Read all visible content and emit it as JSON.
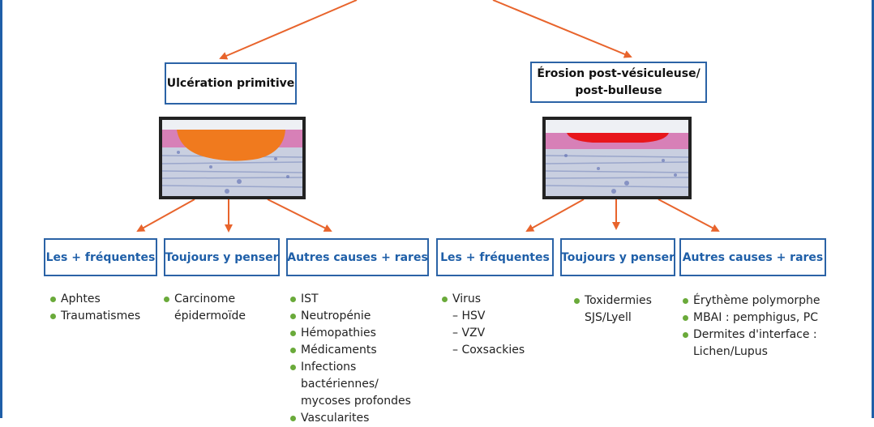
{
  "branches": [
    {
      "title": "Ulcération primitive",
      "lesion_color": "#f07a1e",
      "categories": [
        {
          "label": "Les + fréquentes",
          "items": [
            {
              "text": "Aphtes",
              "bullet": true
            },
            {
              "text": "Traumatismes",
              "bullet": true
            }
          ]
        },
        {
          "label": "Toujours y penser",
          "items": [
            {
              "text": "Carcinome",
              "bullet": true
            },
            {
              "text": "épidermoïde",
              "bullet": false
            }
          ]
        },
        {
          "label": "Autres causes + rares",
          "items": [
            {
              "text": "IST",
              "bullet": true
            },
            {
              "text": "Neutropénie",
              "bullet": true
            },
            {
              "text": "Hémopathies",
              "bullet": true
            },
            {
              "text": "Médicaments",
              "bullet": true
            },
            {
              "text": "Infections",
              "bullet": true
            },
            {
              "text": "bactériennes/",
              "bullet": false
            },
            {
              "text": "mycoses profondes",
              "bullet": false
            },
            {
              "text": "Vascularites",
              "bullet": true
            }
          ]
        }
      ]
    },
    {
      "title_lines": [
        "Érosion post-vésiculeuse/",
        "post-bulleuse"
      ],
      "lesion_color": "#e8161b",
      "categories": [
        {
          "label": "Les + fréquentes",
          "items": [
            {
              "text": "Virus",
              "bullet": true
            },
            {
              "text": "– HSV",
              "bullet": false
            },
            {
              "text": "– VZV",
              "bullet": false
            },
            {
              "text": "– Coxsackies",
              "bullet": false
            }
          ]
        },
        {
          "label": "Toujours y penser",
          "items": [
            {
              "text": "Toxidermies",
              "bullet": true
            },
            {
              "text": "SJS/Lyell",
              "bullet": false
            }
          ]
        },
        {
          "label": "Autres causes + rares",
          "items": [
            {
              "text": "Érythème polymorphe",
              "bullet": true
            },
            {
              "text": "MBAI : pemphigus, PC",
              "bullet": true
            },
            {
              "text": "Dermites d'interface :",
              "bullet": true
            },
            {
              "text": "Lichen/Lupus",
              "bullet": false
            }
          ]
        }
      ]
    }
  ],
  "colors": {
    "arrow": "#e8642c",
    "box_border": "#2b63a6",
    "category_text": "#1f5fa8",
    "bullet": "#6aaa3a"
  }
}
